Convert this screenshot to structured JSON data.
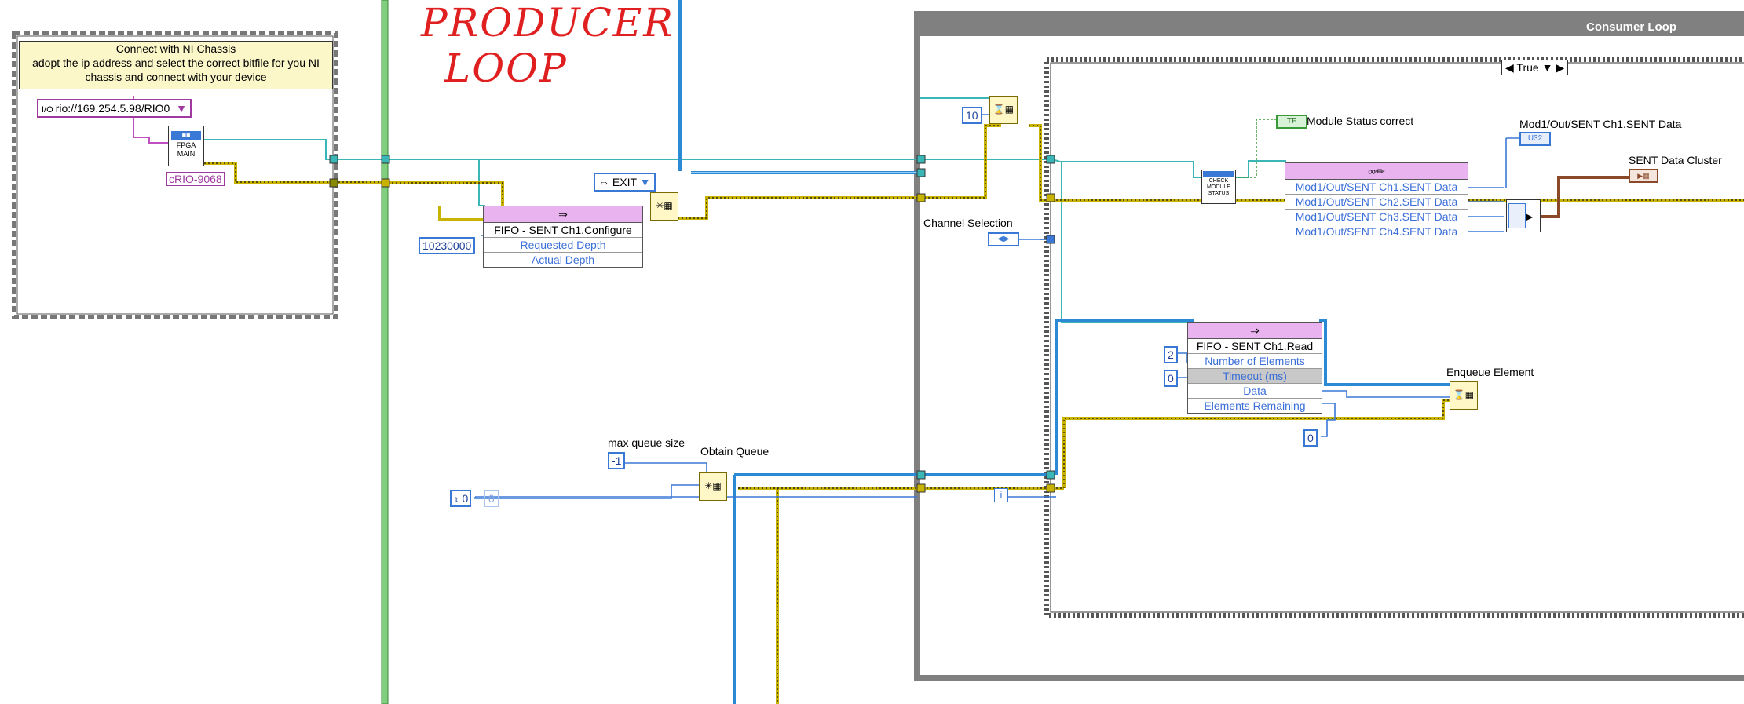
{
  "annotations": {
    "producer_line1": "PRODUCER",
    "producer_line2": "LOOP"
  },
  "seq_frame": {
    "comment_line1": "Connect with NI Chassis",
    "comment_line2": "adopt the ip address and select the correct bitfile for you NI",
    "comment_line3": "chassis and connect with your device",
    "resource": "rio://169.254.5.98/RIO0",
    "fpga_label": "cRIO-9068",
    "fpga_icon_line1": "FPGA",
    "fpga_icon_line2": "MAIN"
  },
  "producer": {
    "exit_label": "EXIT",
    "fifo_configure": {
      "title": "FIFO - SENT Ch1.Configure",
      "rows": [
        "Requested Depth",
        "Actual Depth"
      ],
      "depth_constant": "10230000"
    },
    "max_queue_label": "max queue size",
    "max_queue_value": "-1",
    "obtain_queue_label": "Obtain Queue",
    "element_constant_1": "0",
    "element_constant_2": "0"
  },
  "consumer": {
    "title": "Consumer Loop",
    "case_selector": "True",
    "dequeue_timeout": "10",
    "channel_selection_label": "Channel Selection",
    "iteration_terminal": "i",
    "module_status_label": "Module Status correct",
    "module_status_indicator": "TF",
    "check_status_text": [
      "CHECK",
      "MODULE",
      "STATUS"
    ],
    "sent_data_outputs": [
      "Mod1/Out/SENT Ch1.SENT Data",
      "Mod1/Out/SENT Ch2.SENT Data",
      "Mod1/Out/SENT Ch3.SENT Data",
      "Mod1/Out/SENT Ch4.SENT Data"
    ],
    "ch1_indicator_label": "Mod1/Out/SENT Ch1.SENT Data",
    "u32_label": "U32",
    "cluster_label": "SENT Data Cluster",
    "fifo_read": {
      "title": "FIFO - SENT Ch1.Read",
      "rows": [
        "Number of Elements",
        "Timeout (ms)",
        "Data",
        "Elements Remaining"
      ],
      "num_elements_constant": "2",
      "timeout_constant": "0"
    },
    "enqueue_label": "Enqueue Element",
    "enqueue_constant": "0"
  }
}
